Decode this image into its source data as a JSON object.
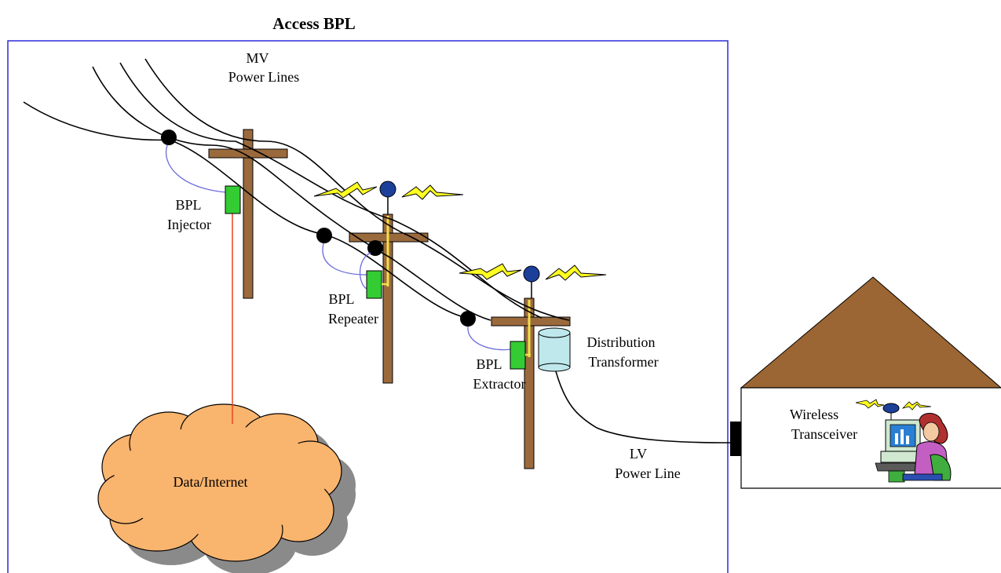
{
  "title": "Access BPL",
  "labels": {
    "mv_line1": "MV",
    "mv_line2": "Power Lines",
    "injector_line1": "BPL",
    "injector_line2": "Injector",
    "repeater_line1": "BPL",
    "repeater_line2": "Repeater",
    "extractor_line1": "BPL",
    "extractor_line2": "Extractor",
    "transformer_line1": "Distribution",
    "transformer_line2": "Transformer",
    "lv_line1": "LV",
    "lv_line2": "Power Line",
    "wireless_line1": "Wireless",
    "wireless_line2": "Transceiver",
    "cloud": "Data/Internet"
  },
  "colors": {
    "frame": "#2b2bd9",
    "pole": "#9b6a3c",
    "device": "#33cc33",
    "coupler": "#000000",
    "coupler_wire": "#6b6bdd",
    "fiber": "#e8441e",
    "antenna": "#1c3f99",
    "lightning": "#ffff22",
    "cloud": "#f9b46e",
    "cloud_shadow": "#8a8a8a",
    "transformer": "#bfe8ec",
    "roof": "#9b6633"
  }
}
